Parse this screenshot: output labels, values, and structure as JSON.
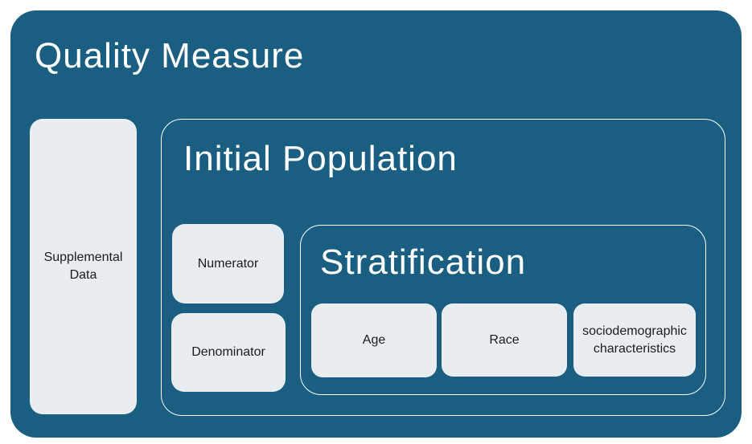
{
  "colors": {
    "container_fill": "#1a5e81",
    "light_box_fill": "#e8edf2",
    "outline": "#ffffff",
    "title_text": "#ffffff",
    "label_text": "#1c1c1c",
    "page_background": "#ffffff"
  },
  "diagram": {
    "title": "Quality Measure",
    "supplemental": {
      "label": "Supplemental Data"
    },
    "initial_population": {
      "title": "Initial Population",
      "numerator": {
        "label": "Numerator"
      },
      "denominator": {
        "label": "Denominator"
      },
      "stratification": {
        "title": "Stratification",
        "items": [
          {
            "label": "Age"
          },
          {
            "label": "Race"
          },
          {
            "label": "sociodemographic characteristics"
          }
        ]
      }
    }
  }
}
